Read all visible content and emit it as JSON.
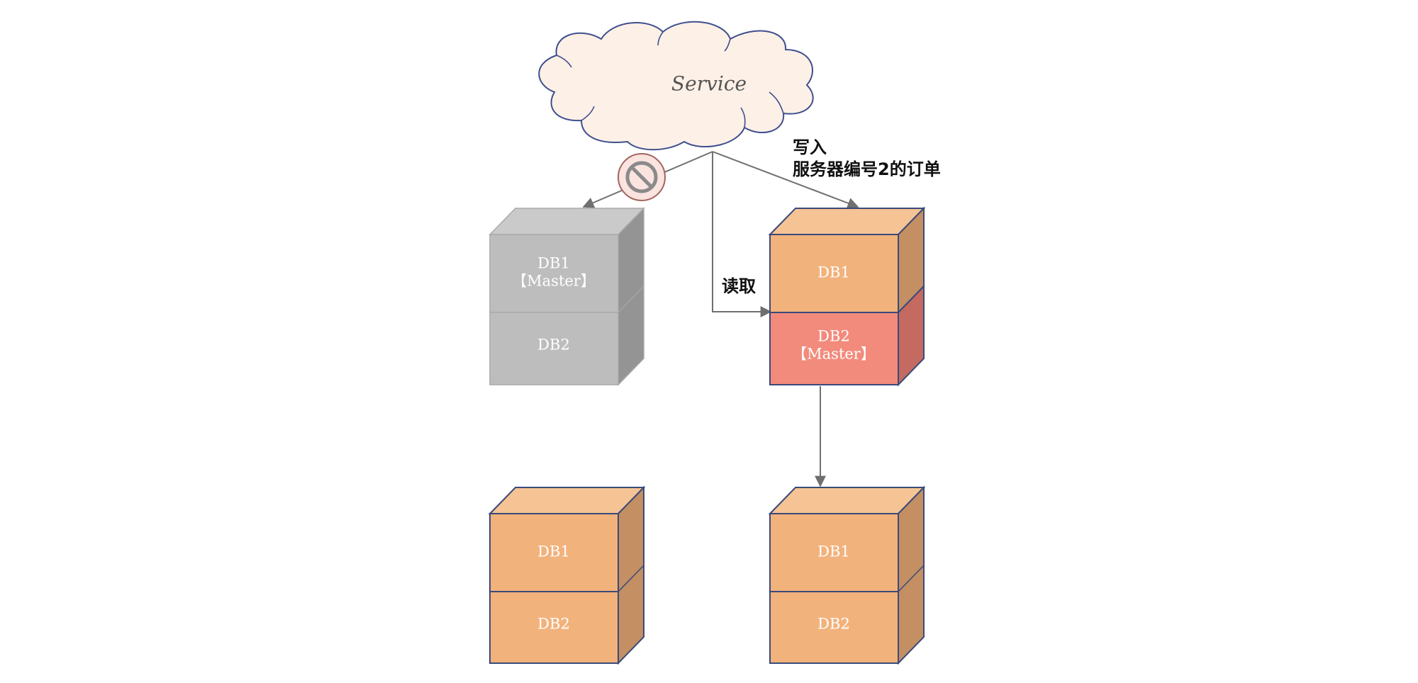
{
  "cloud": {
    "label": "Service"
  },
  "annotations": {
    "write_line1": "写入",
    "write_line2": "服务器编号2的订单",
    "read": "读取"
  },
  "servers": [
    {
      "top_label": "DB1",
      "top_sub": "【Master】",
      "bottom_label": "DB2",
      "bottom_sub": "",
      "status": "down"
    },
    {
      "top_label": "DB1",
      "top_sub": "",
      "bottom_label": "DB2",
      "bottom_sub": "【Master】",
      "status": "active"
    },
    {
      "top_label": "DB1",
      "top_sub": "",
      "bottom_label": "DB2",
      "bottom_sub": "",
      "status": "normal"
    },
    {
      "top_label": "DB1",
      "top_sub": "",
      "bottom_label": "DB2",
      "bottom_sub": "",
      "status": "normal"
    }
  ],
  "colors": {
    "orange_front": "#f2b27c",
    "orange_top": "#f5c394",
    "orange_side": "#c38f63",
    "master_front": "#f28b7c",
    "master_side": "#c46a60",
    "gray_front": "#bdbdbd",
    "gray_top": "#cacaca",
    "gray_side": "#949494",
    "outline": "#3a4a7a",
    "cloud_fill": "#fdf0e6",
    "cloud_stroke": "#3f4f8f",
    "arrow": "#6f6f6f"
  }
}
